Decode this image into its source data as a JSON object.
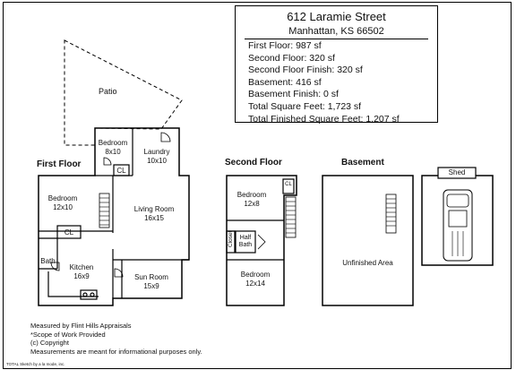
{
  "info_box": {
    "address": "612 Laramie Street",
    "city": "Manhattan, KS 66502",
    "stats": [
      "First Floor: 987 sf",
      "Second Floor: 320 sf",
      "Second Floor Finish: 320 sf",
      "Basement: 416 sf",
      "Basement Finish: 0 sf",
      "Total Square Feet: 1,723 sf",
      "Total Finished Square Feet: 1,207 sf"
    ]
  },
  "sections": {
    "first_floor": "First Floor",
    "second_floor": "Second Floor",
    "basement": "Basement",
    "shed": "Shed"
  },
  "first_floor": {
    "patio": "Patio",
    "bedroom_top": {
      "name": "Bedroom",
      "size": "8x10"
    },
    "laundry": {
      "name": "Laundry",
      "size": "10x10"
    },
    "cl_top": "CL",
    "bedroom_left": {
      "name": "Bedroom",
      "size": "12x10"
    },
    "living_room": {
      "name": "Living Room",
      "size": "16x15"
    },
    "cl_left": "CL",
    "bath": "Bath",
    "kitchen": {
      "name": "Kitchen",
      "size": "16x9"
    },
    "sun_room": {
      "name": "Sun Room",
      "size": "15x9"
    }
  },
  "second_floor": {
    "bedroom_top": {
      "name": "Bedroom",
      "size": "12x8"
    },
    "cl": "CL",
    "closet": "Closet",
    "half_bath": [
      "Half",
      "Bath"
    ],
    "bedroom_bottom": {
      "name": "Bedroom",
      "size": "12x14"
    }
  },
  "basement": {
    "area": "Unfinished Area"
  },
  "notes": [
    "Measured by Flint Hills Appraisals",
    "*Scope of Work Provided",
    "(c) Copyright",
    "Measurements are meant for informational purposes only."
  ],
  "credit": "TOTAL Sketch by a la mode, inc."
}
